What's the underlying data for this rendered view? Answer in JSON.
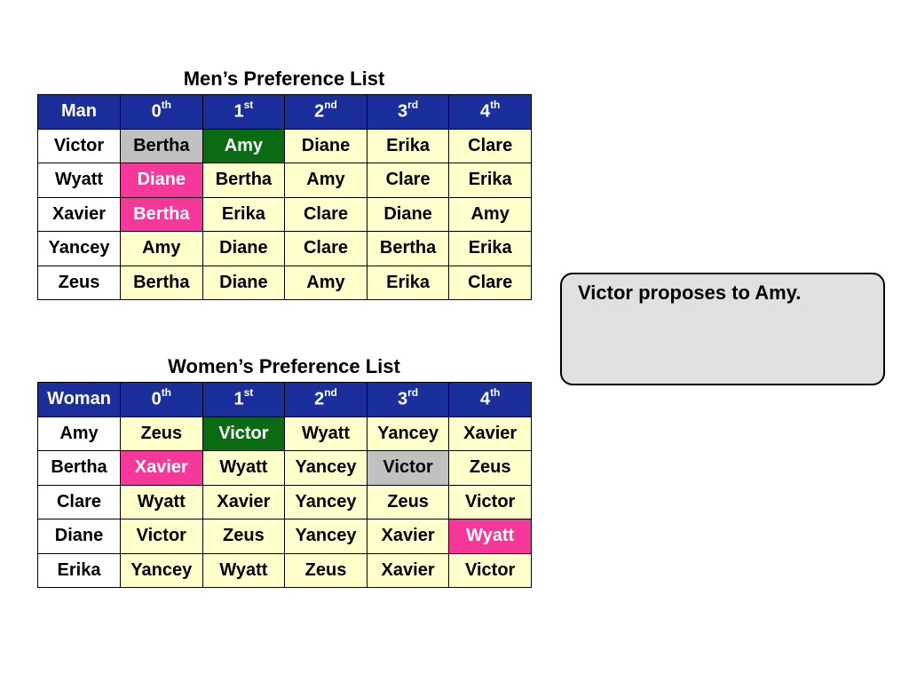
{
  "men": {
    "title": "Men’s Preference List",
    "headers": [
      "Man",
      "0",
      "1",
      "2",
      "3",
      "4"
    ],
    "suffixes": [
      "",
      "th",
      "st",
      "nd",
      "rd",
      "th"
    ],
    "rows": [
      {
        "name": "Victor",
        "prefs": [
          "Bertha",
          "Amy",
          "Diane",
          "Erika",
          "Clare"
        ],
        "highlights": [
          "gray",
          "green",
          "",
          "",
          ""
        ]
      },
      {
        "name": "Wyatt",
        "prefs": [
          "Diane",
          "Bertha",
          "Amy",
          "Clare",
          "Erika"
        ],
        "highlights": [
          "pink",
          "",
          "",
          "",
          ""
        ]
      },
      {
        "name": "Xavier",
        "prefs": [
          "Bertha",
          "Erika",
          "Clare",
          "Diane",
          "Amy"
        ],
        "highlights": [
          "pink",
          "",
          "",
          "",
          ""
        ]
      },
      {
        "name": "Yancey",
        "prefs": [
          "Amy",
          "Diane",
          "Clare",
          "Bertha",
          "Erika"
        ],
        "highlights": [
          "",
          "",
          "",
          "",
          ""
        ]
      },
      {
        "name": "Zeus",
        "prefs": [
          "Bertha",
          "Diane",
          "Amy",
          "Erika",
          "Clare"
        ],
        "highlights": [
          "",
          "",
          "",
          "",
          ""
        ]
      }
    ]
  },
  "women": {
    "title": "Women’s Preference List",
    "headers": [
      "Woman",
      "0",
      "1",
      "2",
      "3",
      "4"
    ],
    "suffixes": [
      "",
      "th",
      "st",
      "nd",
      "rd",
      "th"
    ],
    "rows": [
      {
        "name": "Amy",
        "prefs": [
          "Zeus",
          "Victor",
          "Wyatt",
          "Yancey",
          "Xavier"
        ],
        "highlights": [
          "",
          "green",
          "",
          "",
          ""
        ]
      },
      {
        "name": "Bertha",
        "prefs": [
          "Xavier",
          "Wyatt",
          "Yancey",
          "Victor",
          "Zeus"
        ],
        "highlights": [
          "pink",
          "",
          "",
          "gray",
          ""
        ]
      },
      {
        "name": "Clare",
        "prefs": [
          "Wyatt",
          "Xavier",
          "Yancey",
          "Zeus",
          "Victor"
        ],
        "highlights": [
          "",
          "",
          "",
          "",
          ""
        ]
      },
      {
        "name": "Diane",
        "prefs": [
          "Victor",
          "Zeus",
          "Yancey",
          "Xavier",
          "Wyatt"
        ],
        "highlights": [
          "",
          "",
          "",
          "",
          "pink"
        ]
      },
      {
        "name": "Erika",
        "prefs": [
          "Yancey",
          "Wyatt",
          "Zeus",
          "Xavier",
          "Victor"
        ],
        "highlights": [
          "",
          "",
          "",
          "",
          ""
        ]
      }
    ]
  },
  "note": {
    "text": "Victor proposes to Amy."
  },
  "colors": {
    "header_bg": "#1a2f9c",
    "cell_bg": "#ffffcc",
    "gray": "#c0c0c0",
    "green": "#0a6b13",
    "pink": "#f7389a"
  }
}
